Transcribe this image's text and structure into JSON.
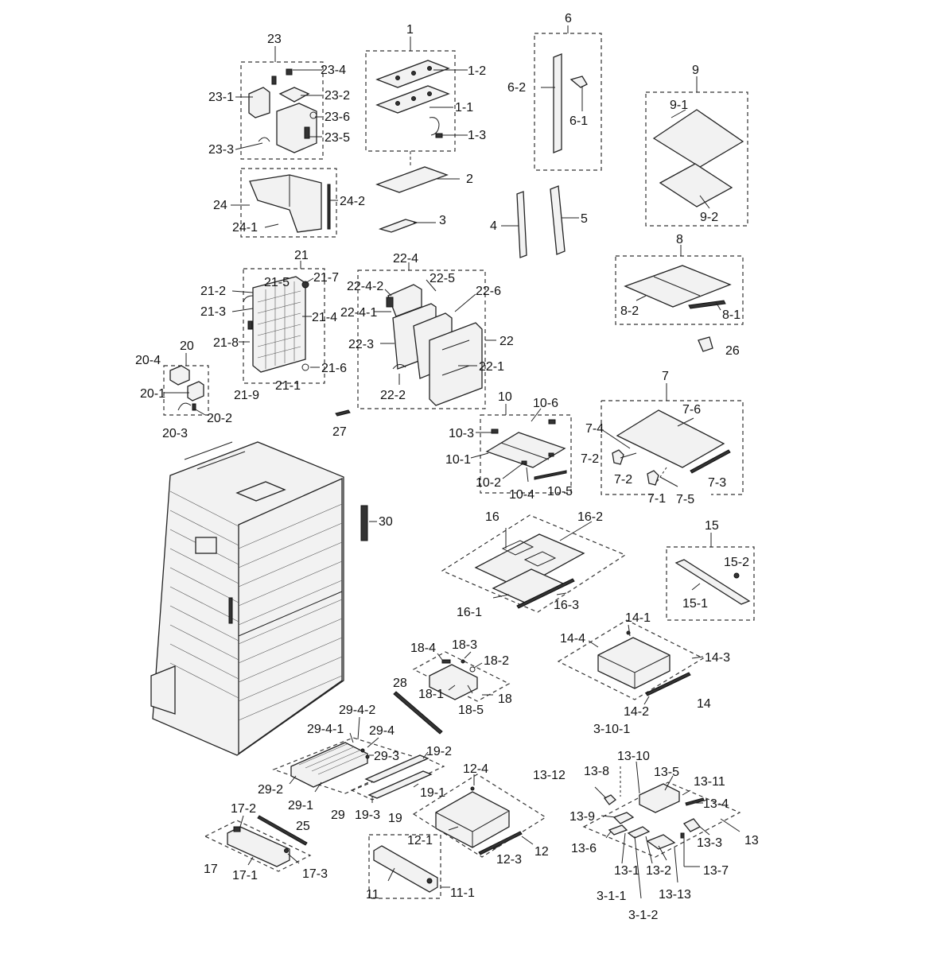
{
  "labels": {
    "l1": "1",
    "l1_1": "1-1",
    "l1_2": "1-2",
    "l1_3": "1-3",
    "l2": "2",
    "l3": "3",
    "l4": "4",
    "l5": "5",
    "l6": "6",
    "l6_1": "6-1",
    "l6_2": "6-2",
    "l7": "7",
    "l7_1": "7-1",
    "l7_2a": "7-2",
    "l7_2b": "7-2",
    "l7_3": "7-3",
    "l7_4": "7-4",
    "l7_5": "7-5",
    "l7_6": "7-6",
    "l8": "8",
    "l8_1": "8-1",
    "l8_2": "8-2",
    "l9": "9",
    "l9_1": "9-1",
    "l9_2": "9-2",
    "l10": "10",
    "l10_1": "10-1",
    "l10_2": "10-2",
    "l10_3": "10-3",
    "l10_4": "10-4",
    "l10_5": "10-5",
    "l10_6": "10-6",
    "l11": "11",
    "l11_1": "11-1",
    "l12": "12",
    "l12_1": "12-1",
    "l12_3": "12-3",
    "l12_4": "12-4",
    "l13": "13",
    "l13_1": "13-1",
    "l13_2": "13-2",
    "l13_3": "13-3",
    "l13_4": "13-4",
    "l13_5": "13-5",
    "l13_6": "13-6",
    "l13_7": "13-7",
    "l13_8": "13-8",
    "l13_9": "13-9",
    "l13_10": "13-10",
    "l13_11": "13-11",
    "l13_12": "13-12",
    "l13_13": "13-13",
    "l3_1_1": "3-1-1",
    "l3_1_2": "3-1-2",
    "l3_10_1": "3-10-1",
    "l14": "14",
    "l14_1": "14-1",
    "l14_2": "14-2",
    "l14_3": "14-3",
    "l14_4": "14-4",
    "l15": "15",
    "l15_1": "15-1",
    "l15_2": "15-2",
    "l16": "16",
    "l16_1": "16-1",
    "l16_2": "16-2",
    "l16_3": "16-3",
    "l17": "17",
    "l17_1": "17-1",
    "l17_2": "17-2",
    "l17_3": "17-3",
    "l18": "18",
    "l18_1": "18-1",
    "l18_2": "18-2",
    "l18_3": "18-3",
    "l18_4": "18-4",
    "l18_5": "18-5",
    "l19": "19",
    "l19_1": "19-1",
    "l19_2": "19-2",
    "l19_3": "19-3",
    "l20": "20",
    "l20_1": "20-1",
    "l20_2": "20-2",
    "l20_3": "20-3",
    "l20_4": "20-4",
    "l21": "21",
    "l21_1": "21-1",
    "l21_2": "21-2",
    "l21_3": "21-3",
    "l21_4": "21-4",
    "l21_5": "21-5",
    "l21_6": "21-6",
    "l21_7": "21-7",
    "l21_8": "21-8",
    "l21_9": "21-9",
    "l22": "22",
    "l22_1": "22-1",
    "l22_2": "22-2",
    "l22_3": "22-3",
    "l22_4": "22-4",
    "l22_4_1": "22-4-1",
    "l22_4_2": "22-4-2",
    "l22_5": "22-5",
    "l22_6": "22-6",
    "l23": "23",
    "l23_1": "23-1",
    "l23_2": "23-2",
    "l23_3": "23-3",
    "l23_4": "23-4",
    "l23_5": "23-5",
    "l23_6": "23-6",
    "l24": "24",
    "l24_1": "24-1",
    "l24_2": "24-2",
    "l25": "25",
    "l26": "26",
    "l27": "27",
    "l28": "28",
    "l29": "29",
    "l29_1": "29-1",
    "l29_2": "29-2",
    "l29_3": "29-3",
    "l29_4": "29-4",
    "l29_4_1": "29-4-1",
    "l29_4_2": "29-4-2",
    "l30": "30"
  }
}
